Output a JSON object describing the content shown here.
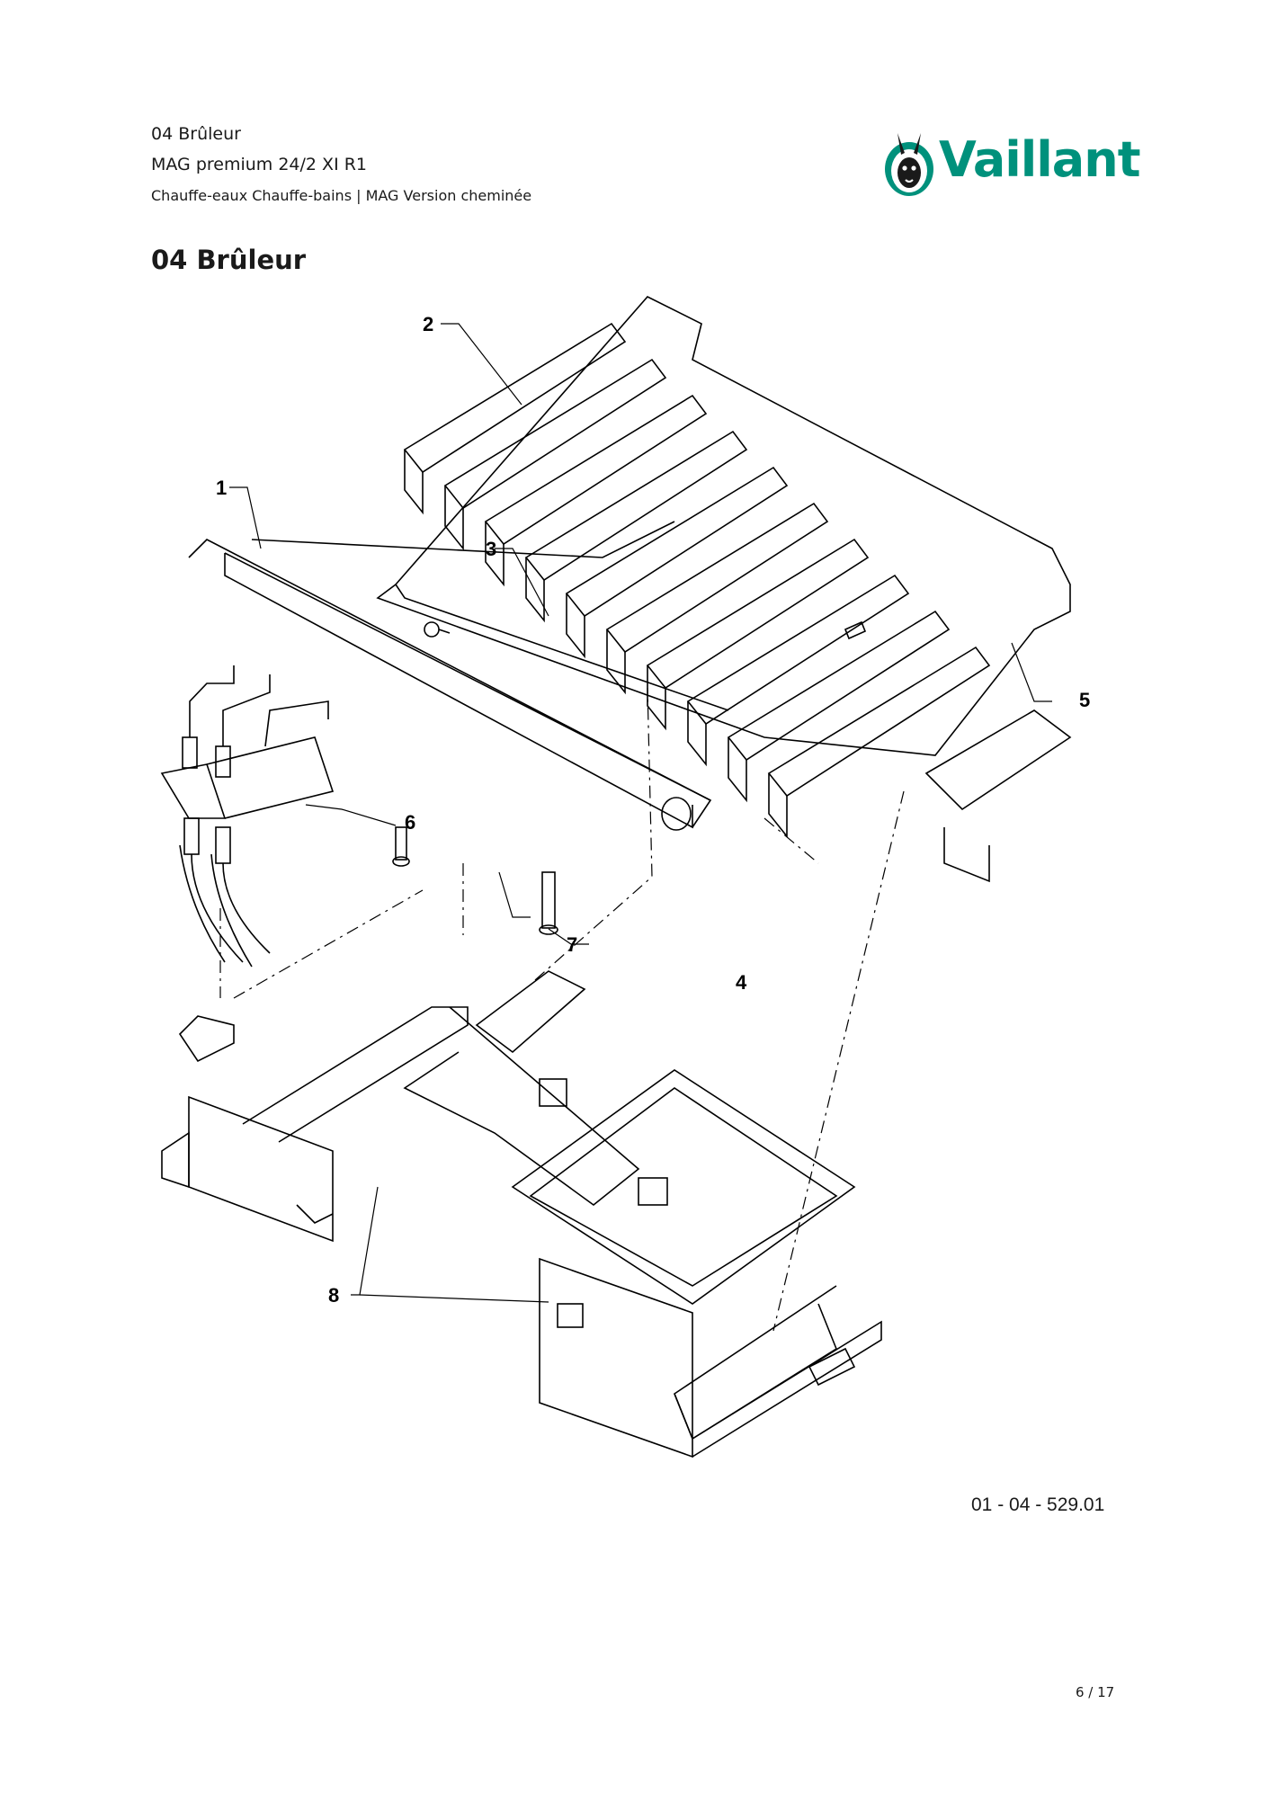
{
  "header": {
    "line1": "04 Brûleur",
    "line2": "MAG premium 24/2 XI R1",
    "line3": "Chauffe-eaux Chauffe-bains | MAG Version cheminée"
  },
  "brand": {
    "name": "Vaillant",
    "color": "#00917c",
    "icon": "hare-logo-icon"
  },
  "section_title": "04 Brûleur",
  "diagram": {
    "callouts": [
      "1",
      "2",
      "3",
      "4",
      "5",
      "6",
      "7",
      "8"
    ],
    "drawing_ref": "01 - 04 - 529.01"
  },
  "page": {
    "number": "6 / 17"
  }
}
